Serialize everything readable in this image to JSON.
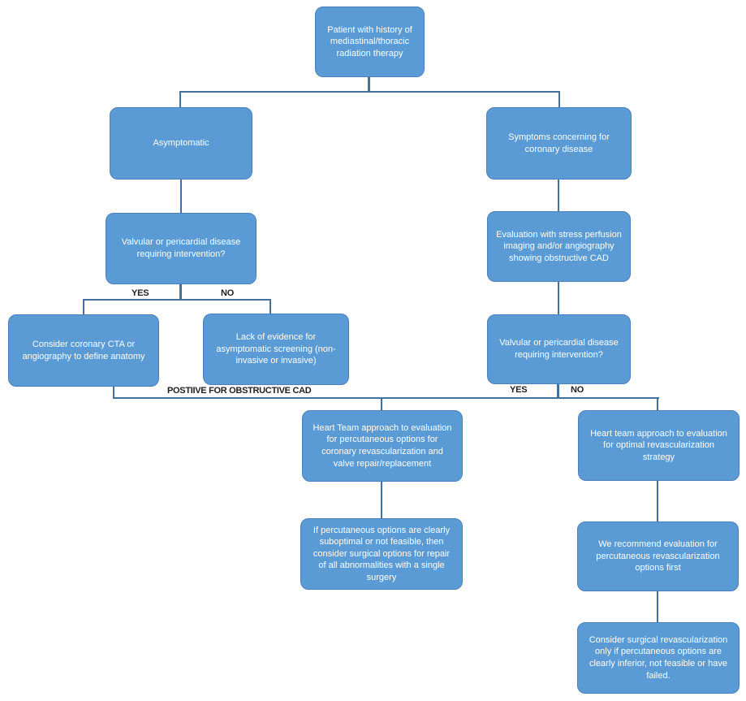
{
  "colors": {
    "box_fill": "#5B9BD5",
    "box_border": "#4A7EBD",
    "connector": "#41719C",
    "box_text": "#FFFFFF",
    "label_text": "#1F1F1F",
    "background": "#FFFFFF"
  },
  "nodes": {
    "root": {
      "text": "Patient with history of mediastinal/thoracic radiation therapy"
    },
    "asymptomatic": {
      "text": "Asymptomatic"
    },
    "symptoms": {
      "text": "Symptoms concerning for coronary disease"
    },
    "valvular_left": {
      "text": "Valvular or pericardial disease requiring intervention?"
    },
    "evaluation": {
      "text": "Evaluation with stress perfusion imaging and/or angiography  showing obstructive CAD"
    },
    "consider_cta": {
      "text": "Consider coronary CTA or angiography to define anatomy"
    },
    "lack_evidence": {
      "text": "Lack of evidence for asymptomatic screening (non-invasive or invasive)"
    },
    "valvular_right": {
      "text": "Valvular or pericardial disease requiring intervention?"
    },
    "heart_team_valve": {
      "text": "Heart Team approach to evaluation for  percutaneous options for coronary revascularization and valve repair/replacement"
    },
    "heart_team_optimal": {
      "text": "Heart team approach to evaluation for optimal revascularization strategy"
    },
    "surgical_options": {
      "text": "If  percutaneous options are clearly suboptimal or not feasible, then consider surgical options for repair of all  abnormalities with a single surgery"
    },
    "perc_first": {
      "text": "We recommend evaluation for percutaneous revascularization options first"
    },
    "surgical_only": {
      "text": "Consider surgical revascularization only if percutaneous options are clearly inferior, not feasible or have failed."
    }
  },
  "branch_labels": {
    "yes_left": "YES",
    "no_left": "NO",
    "positive_cad": "POSTIIVE FOR OBSTRUCTIVE CAD",
    "yes_right": "YES",
    "no_right": "NO"
  },
  "edges": [
    {
      "from": "root",
      "to": "asymptomatic"
    },
    {
      "from": "root",
      "to": "symptoms"
    },
    {
      "from": "asymptomatic",
      "to": "valvular_left"
    },
    {
      "from": "symptoms",
      "to": "evaluation"
    },
    {
      "from": "valvular_left",
      "to": "consider_cta",
      "label": "YES"
    },
    {
      "from": "valvular_left",
      "to": "lack_evidence",
      "label": "NO"
    },
    {
      "from": "evaluation",
      "to": "valvular_right"
    },
    {
      "from": "consider_cta",
      "to": "heart_team_valve",
      "label": "POSTIIVE FOR OBSTRUCTIVE CAD"
    },
    {
      "from": "valvular_right",
      "to": "heart_team_valve",
      "label": "YES"
    },
    {
      "from": "valvular_right",
      "to": "heart_team_optimal",
      "label": "NO"
    },
    {
      "from": "heart_team_valve",
      "to": "surgical_options"
    },
    {
      "from": "heart_team_optimal",
      "to": "perc_first"
    },
    {
      "from": "perc_first",
      "to": "surgical_only"
    }
  ]
}
